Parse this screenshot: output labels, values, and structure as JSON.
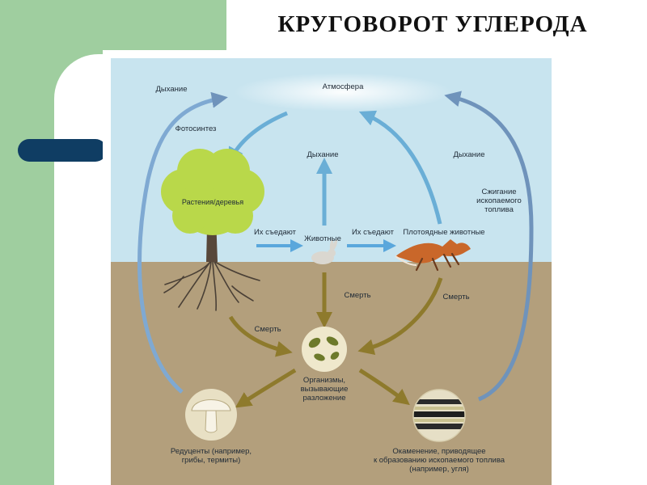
{
  "slide_title": "КРУГОВОРОТ УГЛЕРОДА",
  "labels": {
    "atmosphere": "Атмосфера",
    "respiration_plants": "Дыхание",
    "photosynthesis": "Фотосинтез",
    "respiration_animals": "Дыхание",
    "respiration_carnivores": "Дыхание",
    "combustion": [
      "Сжигание",
      "ископаемого",
      "топлива"
    ],
    "plants": "Растения/деревья",
    "eaten_by_animals": "Их съедают",
    "animals": "Животные",
    "eaten_by_carnivores": "Их съедают",
    "carnivores": "Плотоядные животные",
    "death_animals": "Смерть",
    "death_carnivores": "Смерть",
    "death_plants": "Смерть",
    "decomposers": [
      "Организмы,",
      "вызывающие",
      "разложение"
    ],
    "reducers": [
      "Редуценты (например,",
      "грибы, термиты)"
    ],
    "fossilization": [
      "Окаменение, приводящее",
      "к образованию ископаемого топлива",
      "(например, угля)"
    ]
  },
  "colors": {
    "sky": "#c8e4ef",
    "soil": "#b39f7c",
    "carbon_arrow": "#6aaed6",
    "transfer_arrow": "#5aa7dc",
    "soil_arrow": "#8e7a2c",
    "fossil_arrow": "#6f93bb",
    "tree_crown": "#b9d84a"
  }
}
